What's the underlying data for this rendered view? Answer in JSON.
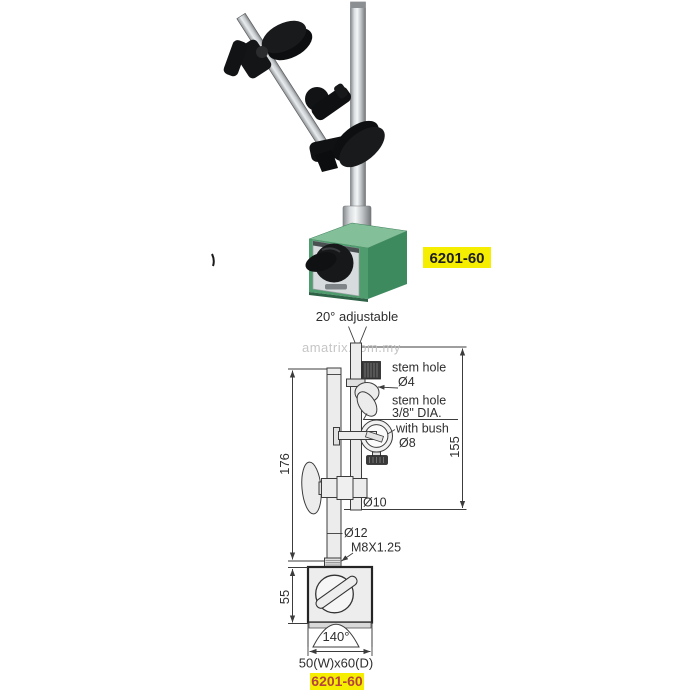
{
  "photo": {
    "model_label": "6201-60"
  },
  "diagram": {
    "adjustable_label": "20° adjustable",
    "watermark": "amatrix.com.my",
    "callouts": {
      "stem_hole_small_line1": "stem hole",
      "stem_hole_small_line2": "Ø4",
      "stem_hole_large_line1": "stem hole",
      "stem_hole_large_line2": "3/8\" DIA.",
      "bush_line1": "with bush",
      "bush_line2": "Ø8",
      "rod_diameter": "Ø10",
      "column_diameter": "Ø12",
      "thread": "M8X1.25",
      "base_angle": "140°"
    },
    "dimensions": {
      "rod_length": "155",
      "column_length": "176",
      "base_height": "55",
      "base_footprint": "50(W)x60(D)"
    },
    "model_label": "6201-60"
  },
  "colors": {
    "highlight": "#f6ee00",
    "model_top_text": "#1e1e1e",
    "model_bottom_text": "#b5433f",
    "base_green": "#4f9c6e",
    "base_green_light": "#83bf99",
    "base_green_dark": "#3e8a5f"
  }
}
